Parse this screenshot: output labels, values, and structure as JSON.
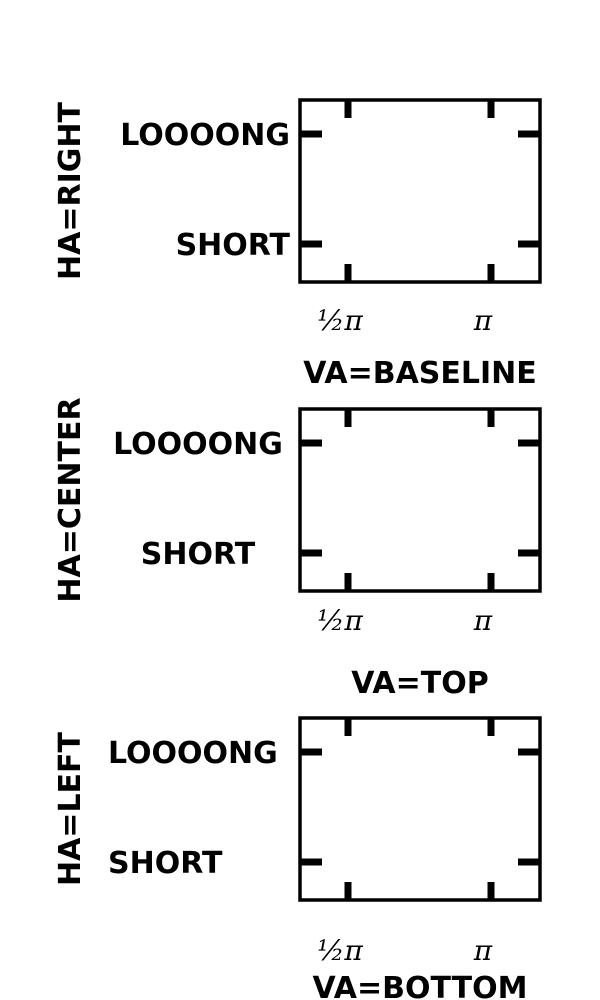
{
  "colors": {
    "ink": "#000000",
    "background": "#ffffff"
  },
  "chart_data": [
    {
      "type": "table",
      "title": "",
      "ylabel": "HA=RIGHT",
      "xlabel": "VA=BASELINE",
      "x_tick_labels": [
        "½π",
        "π"
      ],
      "y_tick_labels": [
        "LOOOONG",
        "SHORT"
      ],
      "horizontal_alignment": "right",
      "vertical_alignment": "baseline",
      "grid": false
    },
    {
      "type": "table",
      "title": "",
      "ylabel": "HA=CENTER",
      "xlabel": "VA=TOP",
      "x_tick_labels": [
        "½π",
        "π"
      ],
      "y_tick_labels": [
        "LOOOONG",
        "SHORT"
      ],
      "horizontal_alignment": "center",
      "vertical_alignment": "top",
      "grid": false
    },
    {
      "type": "table",
      "title": "",
      "ylabel": "HA=LEFT",
      "xlabel": "VA=BOTTOM",
      "x_tick_labels": [
        "½π",
        "π"
      ],
      "y_tick_labels": [
        "LOOOONG",
        "SHORT"
      ],
      "horizontal_alignment": "left",
      "vertical_alignment": "bottom",
      "grid": false
    }
  ]
}
